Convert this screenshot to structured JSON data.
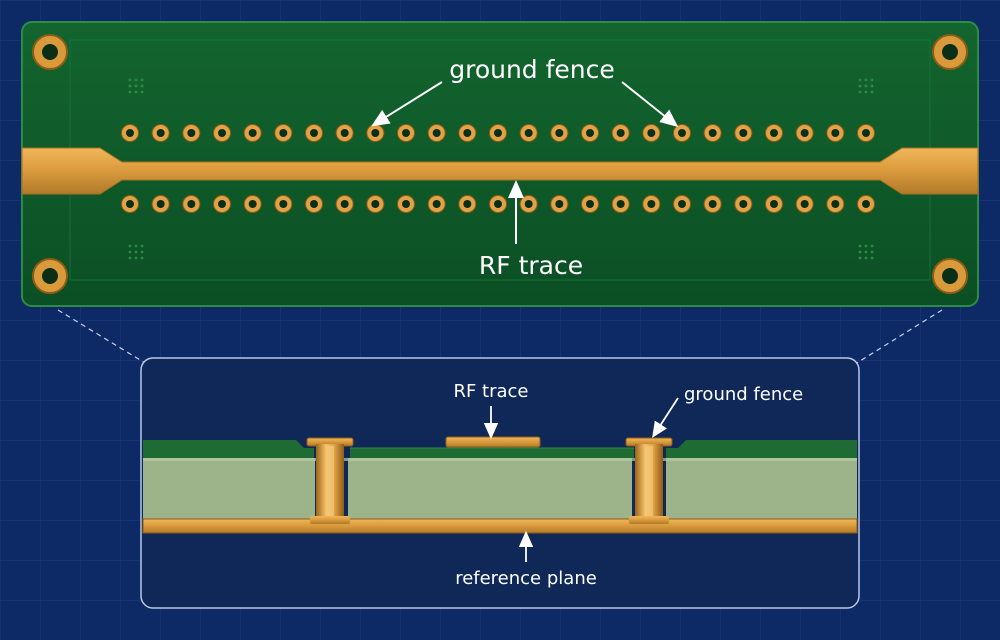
{
  "labels": {
    "board_ground_fence": "ground fence",
    "board_rf_trace": "RF trace",
    "section_rf_trace": "RF trace",
    "section_ground_fence": "ground fence",
    "section_reference_plane": "reference plane"
  },
  "colors": {
    "background": "#0d2a66",
    "grid": "#2a4a8c",
    "board_green": "#0f5a2a",
    "board_edge": "#2f8a45",
    "copper": "#d99a3c",
    "copper_dark": "#9a6418",
    "dielectric": "#9db48a",
    "inset_bg": "#0f2858",
    "inset_border": "#b9c8e6",
    "label": "#ffffff"
  },
  "board": {
    "via_count_per_row": 25,
    "mounting_holes": 4
  }
}
